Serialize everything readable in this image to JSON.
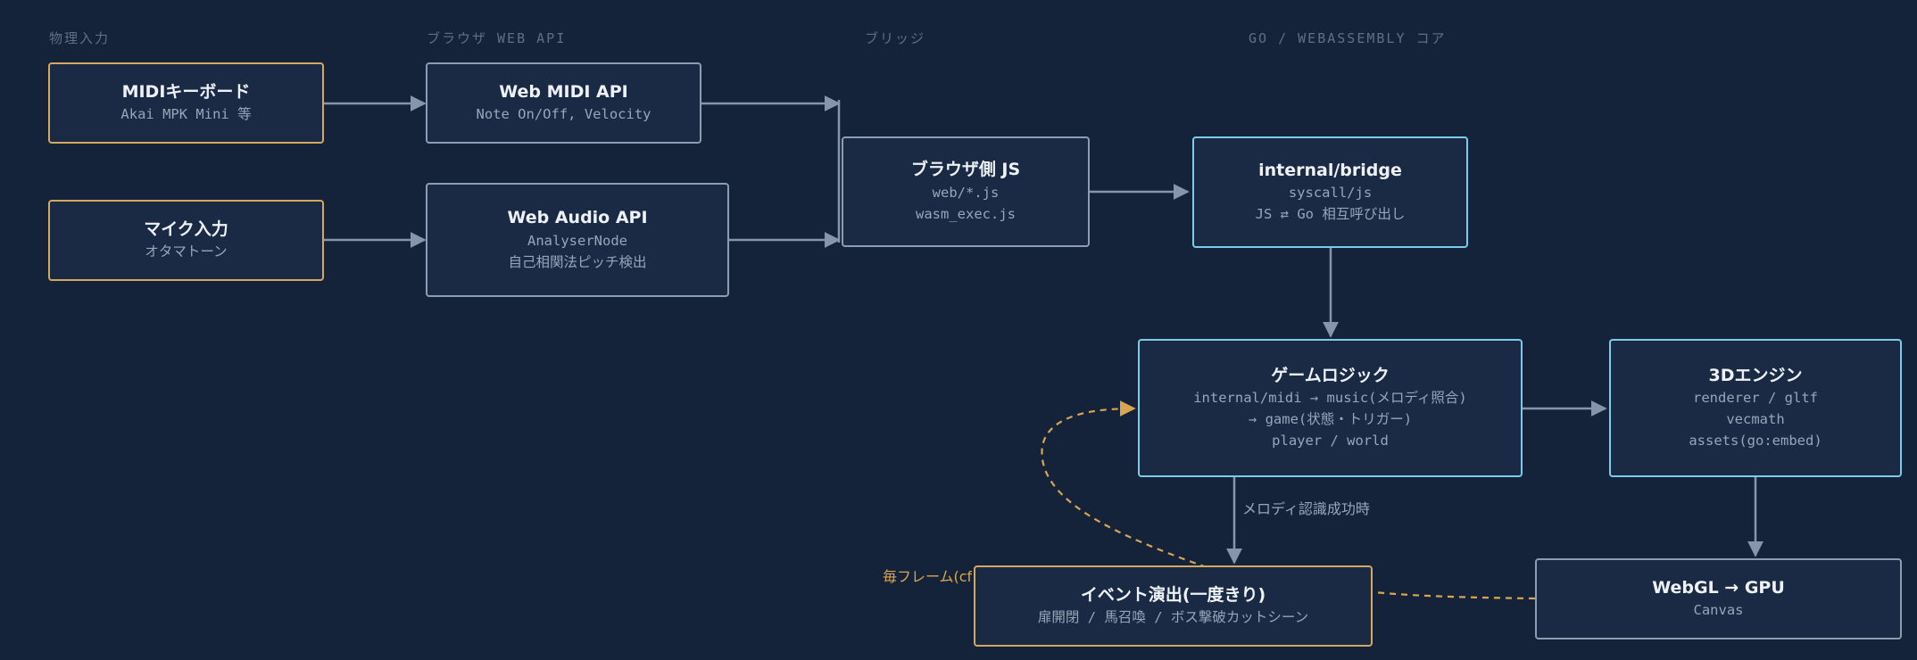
{
  "columns": {
    "physical": "物理入力",
    "browser_api": "ブラウザ WEB API",
    "bridge": "ブリッジ",
    "core": "GO / WEBASSEMBLY コア"
  },
  "nodes": {
    "midi_keyboard": {
      "title": "MIDIキーボード",
      "lines": [
        "Akai MPK Mini 等"
      ]
    },
    "mic_input": {
      "title": "マイク入力",
      "lines": [
        "オタマトーン"
      ]
    },
    "web_midi": {
      "title": "Web MIDI API",
      "lines": [
        "Note On/Off, Velocity"
      ]
    },
    "web_audio": {
      "title": "Web Audio API",
      "lines": [
        "AnalyserNode",
        "自己相関法ピッチ検出"
      ]
    },
    "browser_js": {
      "title": "ブラウザ側 JS",
      "lines": [
        "web/*.js",
        "wasm_exec.js"
      ]
    },
    "bridge": {
      "title": "internal/bridge",
      "lines": [
        "syscall/js",
        "JS ⇄ Go 相互呼び出し"
      ]
    },
    "game_logic": {
      "title": "ゲームロジック",
      "lines": [
        "internal/midi → music(メロディ照合)",
        "→ game(状態・トリガー)",
        "player / world"
      ]
    },
    "engine": {
      "title": "3Dエンジン",
      "lines": [
        "renderer / gltf",
        "vecmath",
        "assets(go:embed)"
      ]
    },
    "event": {
      "title": "イベント演出(一度きり)",
      "lines": [
        "扉開閉 / 馬召喚 / ボス撃破カットシーン"
      ]
    },
    "webgl": {
      "title": "WebGL → GPU",
      "lines": [
        "Canvas"
      ]
    }
  },
  "edge_labels": {
    "melody_success": "メロディ認識成功時",
    "every_frame": "毎フレーム(cf"
  },
  "colors": {
    "background": "#15233a",
    "node_fill": "#1a2944",
    "gray_border": "#8e9bb0",
    "gold_border": "#d4a85e",
    "cyan_border": "#7ccbea",
    "arrow": "#8795aa",
    "dashed": "#d9a64f"
  }
}
